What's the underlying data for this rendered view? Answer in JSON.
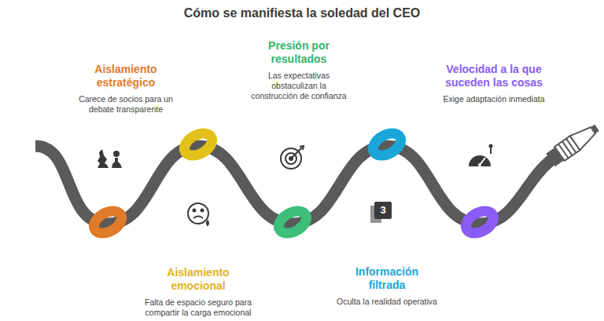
{
  "diagram": {
    "title": "Cómo se manifiesta la soledad del CEO",
    "nodes": [
      {
        "text": [
          "Aislamiento estratégico",
          "Carece de socios para un debate transparente"
        ]
      },
      {
        "text": [
          "Aislamiento emocional",
          "Falta de espacio seguro para compartir la carga emocional"
        ]
      },
      {
        "text": [
          "Presión por resultados",
          "Las expectativas obstaculizan la construcción de confianza"
        ]
      },
      {
        "text": [
          "Información filtrada",
          "Oculta la realidad operativa"
        ]
      },
      {
        "text": [
          "Velocidad a la que suceden las cosas",
          "Exige adaptación inmediata"
        ]
      }
    ],
    "labels": [
      "3"
    ]
  }
}
